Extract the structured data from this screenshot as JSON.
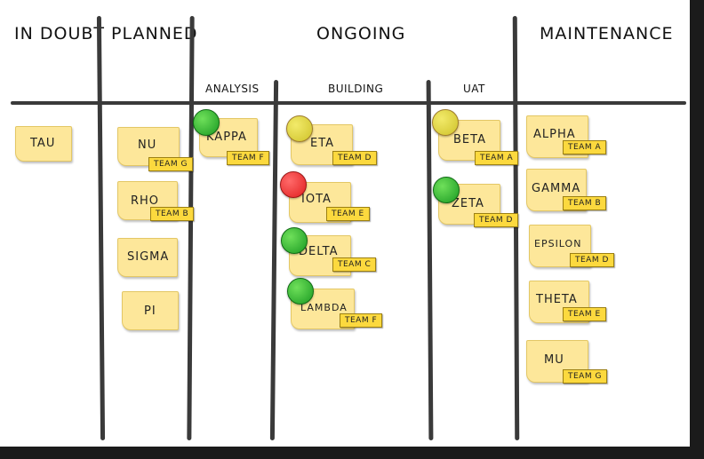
{
  "columns": {
    "in_doubt": "IN DOUBT",
    "planned": "PLANNED",
    "ongoing": "ONGOING",
    "maintenance": "MAINTENANCE",
    "analysis": "ANALYSIS",
    "building": "BUILDING",
    "uat": "UAT"
  },
  "notes": {
    "tau": {
      "name": "TAU"
    },
    "nu": {
      "name": "NU",
      "team": "TEAM G"
    },
    "rho": {
      "name": "RHO",
      "team": "TEAM B"
    },
    "sigma": {
      "name": "SIGMA"
    },
    "pi": {
      "name": "PI"
    },
    "kappa": {
      "name": "KAPPA",
      "team": "TEAM F",
      "status": "green"
    },
    "eta": {
      "name": "ETA",
      "team": "TEAM D",
      "status": "yellow"
    },
    "iota": {
      "name": "IOTA",
      "team": "TEAM E",
      "status": "red"
    },
    "delta": {
      "name": "DELTA",
      "team": "TEAM C",
      "status": "green"
    },
    "lambda": {
      "name": "LAMBDA",
      "team": "TEAM F",
      "status": "green"
    },
    "beta": {
      "name": "BETA",
      "team": "TEAM A",
      "status": "yellow"
    },
    "zeta": {
      "name": "ZETA",
      "team": "TEAM D",
      "status": "green"
    },
    "alpha": {
      "name": "ALPHA",
      "team": "TEAM A"
    },
    "gamma": {
      "name": "GAMMA",
      "team": "TEAM B"
    },
    "epsilon": {
      "name": "EPSILON",
      "team": "TEAM D"
    },
    "theta": {
      "name": "THETA",
      "team": "TEAM E"
    },
    "mu": {
      "name": "MU",
      "team": "TEAM G"
    }
  },
  "colors": {
    "note": "#fde79a",
    "tag": "#fcd93e",
    "green": "#2ca52c",
    "yellow": "#e0d43a",
    "red": "#e63030"
  }
}
